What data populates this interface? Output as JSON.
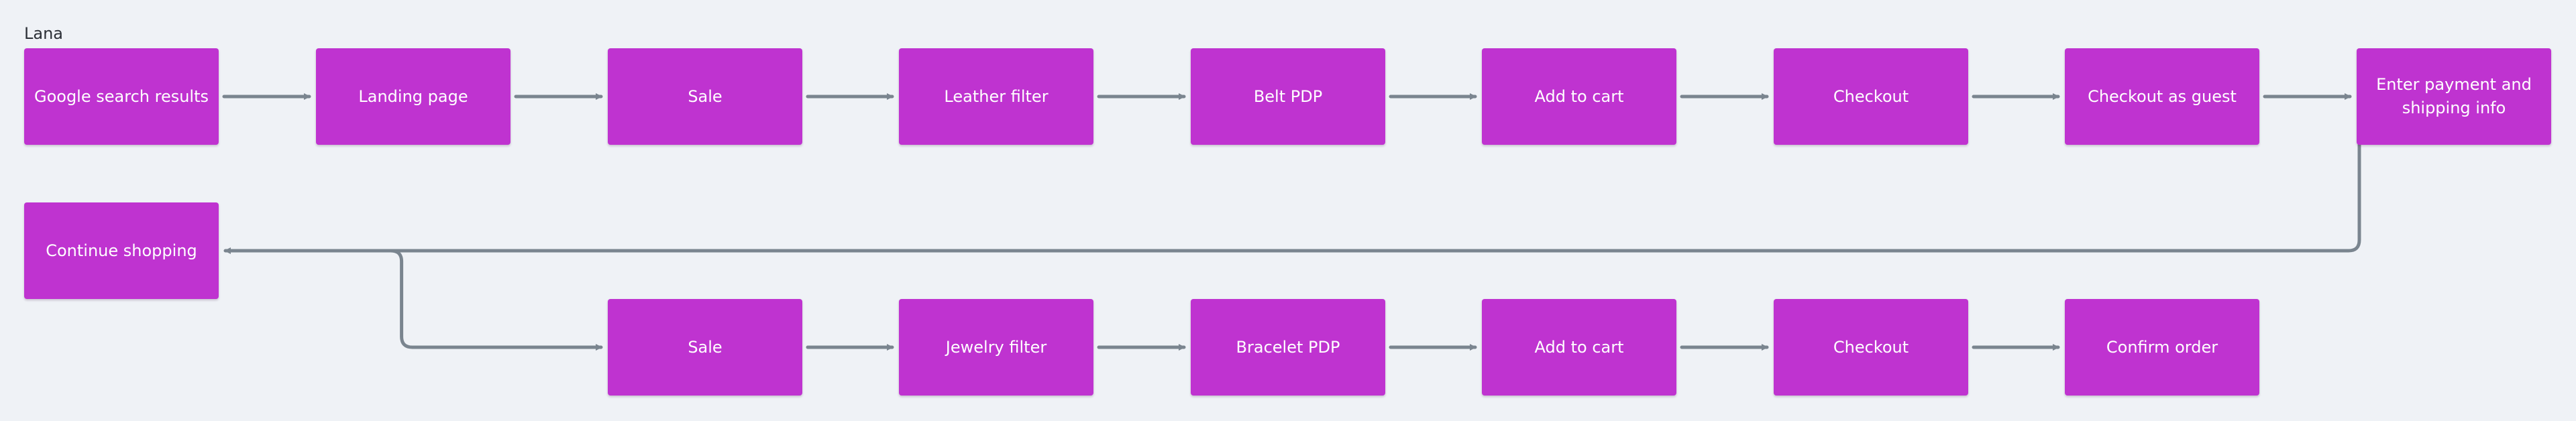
{
  "lane": {
    "label": "Lana"
  },
  "colors": {
    "node_fill": "#bf33d0",
    "node_text": "#ffffff",
    "connector": "#7a858f",
    "background": "#eff2f6"
  },
  "nodes": [
    {
      "id": "google-search-results",
      "label": "Google search results"
    },
    {
      "id": "landing-page",
      "label": "Landing page"
    },
    {
      "id": "sale-1",
      "label": "Sale"
    },
    {
      "id": "leather-filter",
      "label": "Leather filter"
    },
    {
      "id": "belt-pdp",
      "label": "Belt PDP"
    },
    {
      "id": "add-to-cart-1",
      "label": "Add to cart"
    },
    {
      "id": "checkout-1",
      "label": "Checkout"
    },
    {
      "id": "checkout-as-guest",
      "label": "Checkout as guest"
    },
    {
      "id": "enter-payment-shipping",
      "label": "Enter payment and shipping info"
    },
    {
      "id": "continue-shopping",
      "label": "Continue shopping"
    },
    {
      "id": "sale-2",
      "label": "Sale"
    },
    {
      "id": "jewelry-filter",
      "label": "Jewelry filter"
    },
    {
      "id": "bracelet-pdp",
      "label": "Bracelet PDP"
    },
    {
      "id": "add-to-cart-2",
      "label": "Add to cart"
    },
    {
      "id": "checkout-2",
      "label": "Checkout"
    },
    {
      "id": "confirm-order",
      "label": "Confirm order"
    }
  ],
  "edges": [
    {
      "from": "google-search-results",
      "to": "landing-page"
    },
    {
      "from": "landing-page",
      "to": "sale-1"
    },
    {
      "from": "sale-1",
      "to": "leather-filter"
    },
    {
      "from": "leather-filter",
      "to": "belt-pdp"
    },
    {
      "from": "belt-pdp",
      "to": "add-to-cart-1"
    },
    {
      "from": "add-to-cart-1",
      "to": "checkout-1"
    },
    {
      "from": "checkout-1",
      "to": "checkout-as-guest"
    },
    {
      "from": "checkout-as-guest",
      "to": "enter-payment-shipping"
    },
    {
      "from": "enter-payment-shipping",
      "to": "continue-shopping"
    },
    {
      "from": "continue-shopping",
      "to": "sale-2"
    },
    {
      "from": "sale-2",
      "to": "jewelry-filter"
    },
    {
      "from": "jewelry-filter",
      "to": "bracelet-pdp"
    },
    {
      "from": "bracelet-pdp",
      "to": "add-to-cart-2"
    },
    {
      "from": "add-to-cart-2",
      "to": "checkout-2"
    },
    {
      "from": "checkout-2",
      "to": "confirm-order"
    }
  ]
}
